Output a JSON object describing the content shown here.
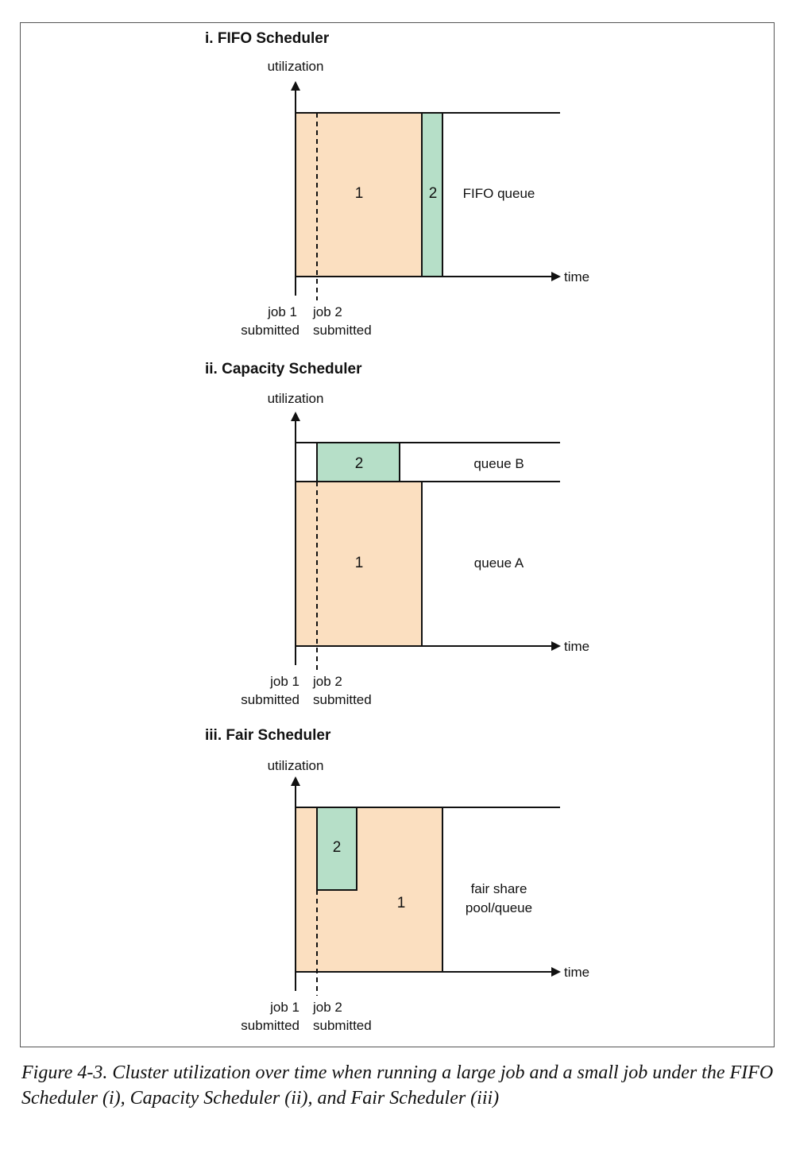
{
  "colors": {
    "job1_fill": "#fbdfc0",
    "job2_fill": "#b6dfc8",
    "stroke": "#111111"
  },
  "panels": [
    {
      "title": "i. FIFO Scheduler",
      "y_axis_label": "utilization",
      "x_axis_label": "time",
      "job1_label": "1",
      "job2_label": "2",
      "queue_label": "FIFO queue",
      "job1_submitted": [
        "job 1",
        "submitted"
      ],
      "job2_submitted": [
        "job 2",
        "submitted"
      ]
    },
    {
      "title": "ii. Capacity Scheduler",
      "y_axis_label": "utilization",
      "x_axis_label": "time",
      "job1_label": "1",
      "job2_label": "2",
      "queue_b_label": "queue B",
      "queue_a_label": "queue A",
      "job1_submitted": [
        "job 1",
        "submitted"
      ],
      "job2_submitted": [
        "job 2",
        "submitted"
      ]
    },
    {
      "title": "iii. Fair Scheduler",
      "y_axis_label": "utilization",
      "x_axis_label": "time",
      "job1_label": "1",
      "job2_label": "2",
      "pool_label": [
        "fair share",
        "pool/queue"
      ],
      "job1_submitted": [
        "job 1",
        "submitted"
      ],
      "job2_submitted": [
        "job 2",
        "submitted"
      ]
    }
  ],
  "caption": "Figure 4-3. Cluster utilization over time when running a large job and a small job under the FIFO Scheduler (i), Capacity Scheduler (ii), and Fair Scheduler (iii)"
}
